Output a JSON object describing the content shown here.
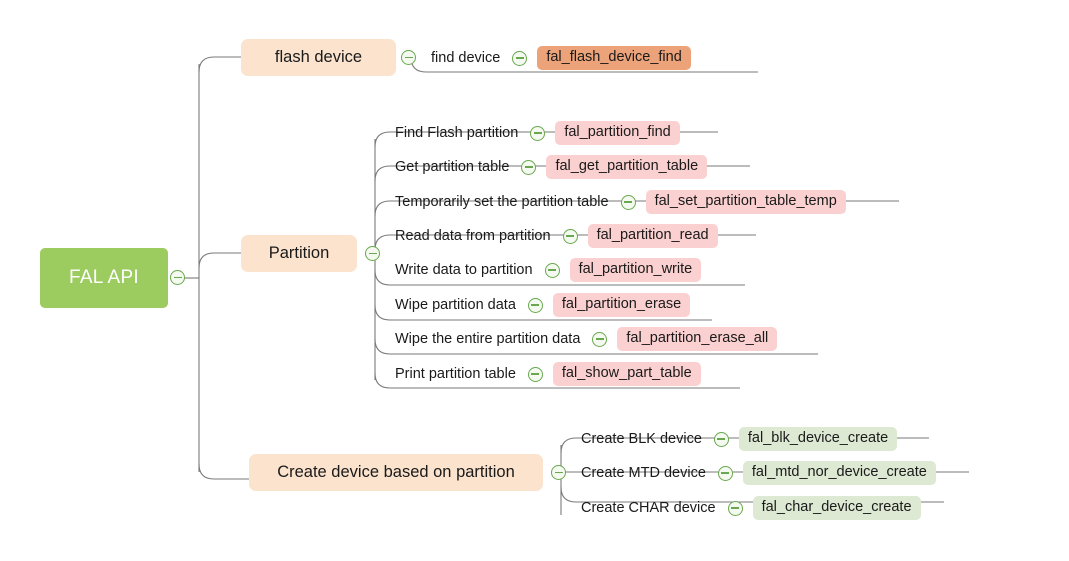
{
  "diagram": {
    "type": "mind-map",
    "title": "FAL API",
    "toggle_icon": "collapse-minus-icon",
    "colors": {
      "root_fill": "#9ccb5f",
      "root_text": "#ffffff",
      "branch_fill": "#fbe3cd",
      "badge_orange": "#eda37a",
      "badge_pink": "#fbd0d0",
      "badge_green": "#dde9d3",
      "connector": "#7a7a7a",
      "toggle_stroke": "#6aa84f",
      "text": "#1a1a1a"
    }
  },
  "root": {
    "label": "FAL API"
  },
  "branches": [
    {
      "label": "flash device",
      "badge_color": "#eda37a",
      "children": [
        {
          "label": "find device",
          "api": "fal_flash_device_find"
        }
      ]
    },
    {
      "label": "Partition",
      "badge_color": "#fbd0d0",
      "children": [
        {
          "label": "Find Flash partition",
          "api": "fal_partition_find"
        },
        {
          "label": "Get partition table",
          "api": "fal_get_partition_table"
        },
        {
          "label": "Temporarily set the partition table",
          "api": "fal_set_partition_table_temp"
        },
        {
          "label": "Read data from partition",
          "api": "fal_partition_read"
        },
        {
          "label": "Write data to partition",
          "api": "fal_partition_write"
        },
        {
          "label": "Wipe partition data",
          "api": "fal_partition_erase"
        },
        {
          "label": "Wipe the entire partition data",
          "api": "fal_partition_erase_all"
        },
        {
          "label": "Print partition table",
          "api": "fal_show_part_table"
        }
      ]
    },
    {
      "label": "Create device based on partition",
      "badge_color": "#dde9d3",
      "children": [
        {
          "label": "Create BLK device",
          "api": "fal_blk_device_create"
        },
        {
          "label": "Create MTD device",
          "api": "fal_mtd_nor_device_create"
        },
        {
          "label": "Create CHAR device",
          "api": "fal_char_device_create"
        }
      ]
    }
  ]
}
